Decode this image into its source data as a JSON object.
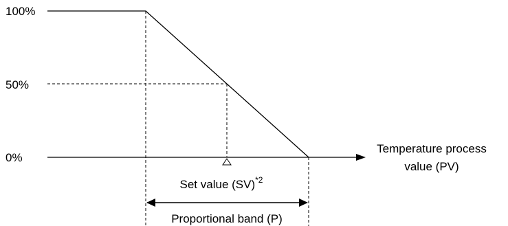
{
  "y_labels": {
    "top": "100%",
    "middle": "50%",
    "bottom": "0%"
  },
  "x_axis_label": {
    "line1": "Temperature process",
    "line2": "value (PV)"
  },
  "set_value_label": {
    "text": "Set value (SV)",
    "superscript": "*2"
  },
  "proportional_band_label": "Proportional band (P)",
  "colors": {
    "line": "#000000",
    "background": "#ffffff"
  },
  "markers": {
    "set_value_marker": "triangle-outline-icon",
    "band_arrows": "double-arrow-icon"
  }
}
